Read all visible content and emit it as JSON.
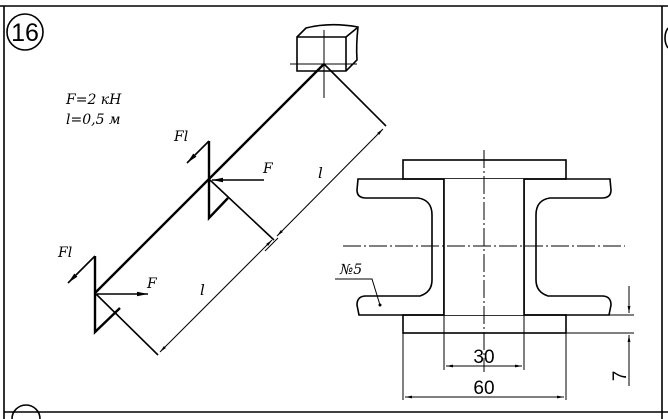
{
  "problem": {
    "number": "16",
    "given": {
      "force": "F=2 кН",
      "length": "l=0,5 м"
    }
  },
  "beam_diagram": {
    "labels": {
      "moment_upper": "Fl",
      "force_upper": "F",
      "length_upper": "l",
      "moment_lower": "Fl",
      "force_lower": "F",
      "length_lower": "l"
    }
  },
  "cross_section": {
    "profile_label": "№5",
    "dimensions": {
      "inner_width": "30",
      "outer_width": "60",
      "plate_thickness": "7"
    }
  }
}
